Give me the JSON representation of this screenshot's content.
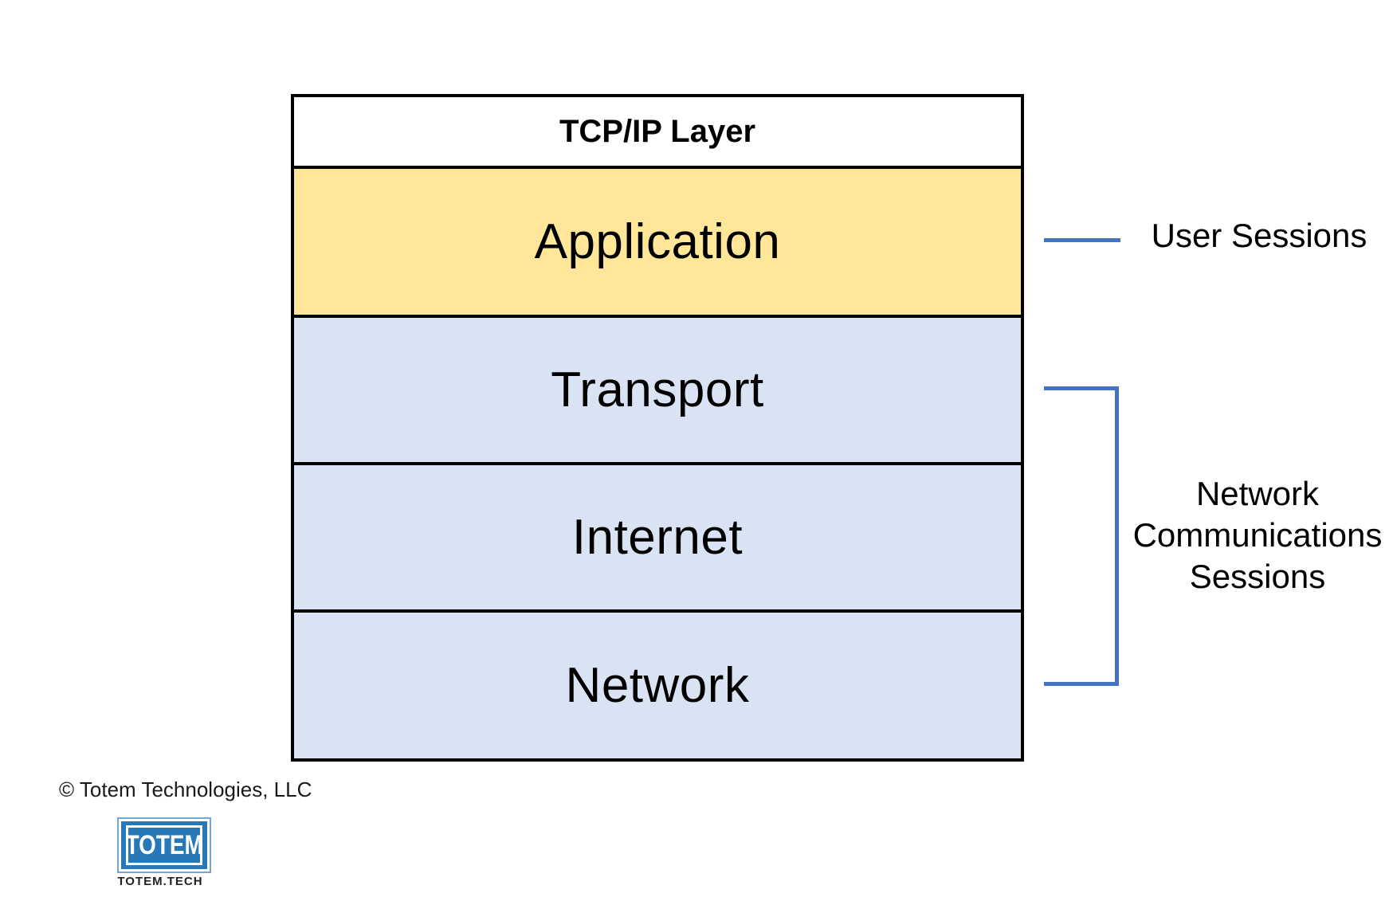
{
  "diagram": {
    "table": {
      "header_label": "TCP/IP Layer",
      "layers": [
        {
          "label": "Application",
          "color": "#FFE699"
        },
        {
          "label": "Transport",
          "color": "#DAE3F3"
        },
        {
          "label": "Internet",
          "color": "#DAE3F3"
        },
        {
          "label": "Network",
          "color": "#DAE3F3"
        }
      ]
    },
    "annotations": [
      {
        "label": "User Sessions",
        "type": "line",
        "target": "Application"
      },
      {
        "label": "Network Communications Sessions",
        "type": "bracket",
        "targets": [
          "Transport",
          "Internet",
          "Network"
        ]
      }
    ],
    "accent_color": "#4472C4",
    "border_color": "#000000"
  },
  "footer": {
    "copyright": "© Totem Technologies, LLC",
    "logo_text": "TOTEM",
    "logo_subtext": "TOTEM.TECH",
    "logo_color": "#2878B8"
  }
}
